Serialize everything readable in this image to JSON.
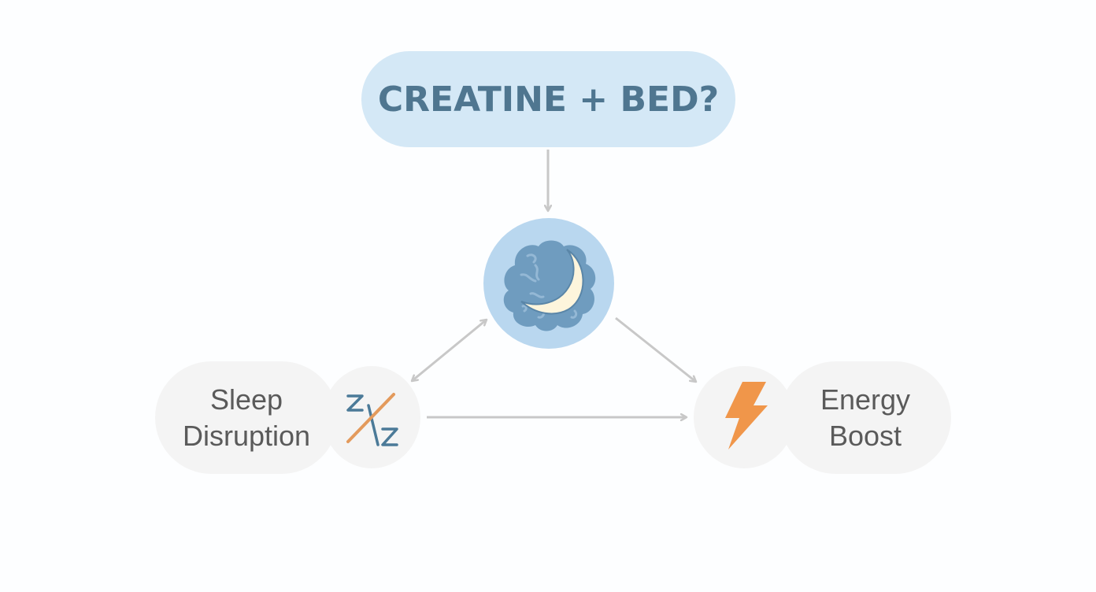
{
  "diagram": {
    "title": "CREATINE + BED?",
    "center_node": {
      "icon": "brain-moon-icon"
    },
    "left_node": {
      "label_line1": "Sleep",
      "label_line2": "Disruption",
      "icon": "zz-disrupted-icon"
    },
    "right_node": {
      "label_line1": "Energy",
      "label_line2": "Boost",
      "icon": "lightning-bolt-icon"
    },
    "edges": [
      {
        "from": "title",
        "to": "center_node",
        "type": "arrow"
      },
      {
        "from": "center_node",
        "to": "left_node",
        "type": "double-arrow"
      },
      {
        "from": "center_node",
        "to": "right_node",
        "type": "arrow"
      },
      {
        "from": "left_node",
        "to": "right_node",
        "type": "arrow"
      }
    ],
    "colors": {
      "title_bg": "#d4e8f6",
      "title_text": "#4f7690",
      "center_bg": "#b9d7ef",
      "brain": "#6f9cbf",
      "moon": "#fdf5dc",
      "node_bg": "#f4f4f4",
      "node_text": "#5a5a5a",
      "bolt": "#f0964a",
      "arrow": "#c8c8c8"
    }
  }
}
